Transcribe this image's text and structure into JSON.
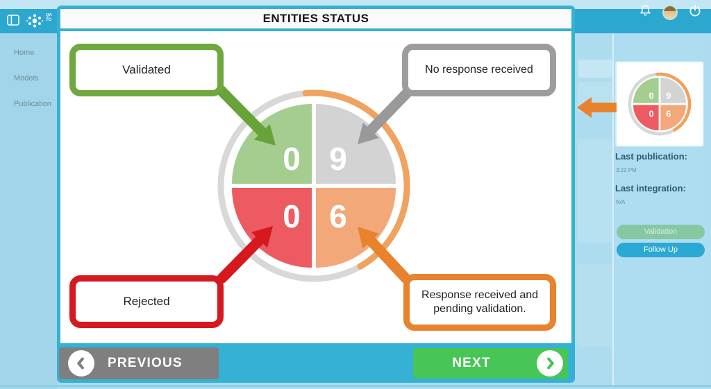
{
  "colors": {
    "topbar": "#2ba7d0",
    "modal_frame": "#35b1d4",
    "validated_green": "#6fa83f",
    "no_response_gray": "#9d9d9d",
    "rejected_red": "#d6181f",
    "pending_orange": "#e8822c",
    "next_green": "#47c556",
    "previous_gray": "#7f7f7f"
  },
  "topbar": {
    "logo_line1": "QA",
    "logo_line2": "TO"
  },
  "sidebar": {
    "items": [
      {
        "label": "Home"
      },
      {
        "label": "Models"
      },
      {
        "label": "Publication"
      }
    ]
  },
  "modal": {
    "title": "ENTITIES STATUS",
    "callouts": [
      {
        "label": "Validated"
      },
      {
        "label": "No response received"
      },
      {
        "label": "Rejected"
      },
      {
        "label": "Response received and pending validation."
      }
    ],
    "previous_label": "PREVIOUS",
    "next_label": "NEXT"
  },
  "right_panel": {
    "last_publication_label": "Last publication:",
    "last_publication_value": "3:22 PM",
    "last_integration_label": "Last integration:",
    "last_integration_value": "N/A",
    "validation_button": "Validation",
    "follow_up_button": "Follow Up"
  },
  "chart_data": {
    "type": "pie",
    "title": "ENTITIES STATUS",
    "layout": "four equal quadrants with white cross gap; count label in each quadrant; outer gray ring with orange arc over upper-right; duplicated as mini chart in right panel",
    "segments": [
      {
        "label": "Validated",
        "value": 0,
        "color": "#a4cd8f"
      },
      {
        "label": "No response received",
        "value": 9,
        "color": "#d3d3d4"
      },
      {
        "label": "Rejected",
        "value": 0,
        "color": "#ee5a62"
      },
      {
        "label": "Response received and pending validation.",
        "value": 6,
        "color": "#f2a878"
      }
    ]
  }
}
